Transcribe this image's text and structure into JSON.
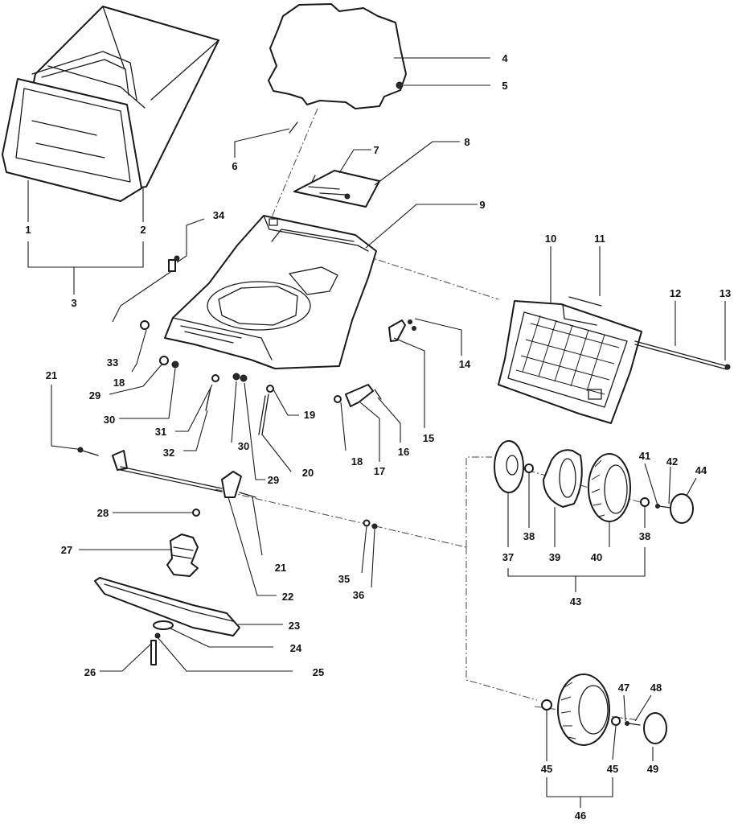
{
  "callouts": [
    "1",
    "2",
    "3",
    "4",
    "5",
    "6",
    "7",
    "8",
    "9",
    "10",
    "11",
    "12",
    "13",
    "14",
    "15",
    "16",
    "17",
    "18",
    "18",
    "19",
    "20",
    "21",
    "21",
    "22",
    "23",
    "24",
    "25",
    "26",
    "27",
    "28",
    "29",
    "29",
    "30",
    "30",
    "31",
    "32",
    "33",
    "34",
    "35",
    "36",
    "37",
    "38",
    "38",
    "39",
    "40",
    "41",
    "42",
    "43",
    "44",
    "45",
    "45",
    "46",
    "47",
    "48",
    "49"
  ],
  "colors": {
    "line": "#1a1a1a",
    "background": "#ffffff"
  }
}
